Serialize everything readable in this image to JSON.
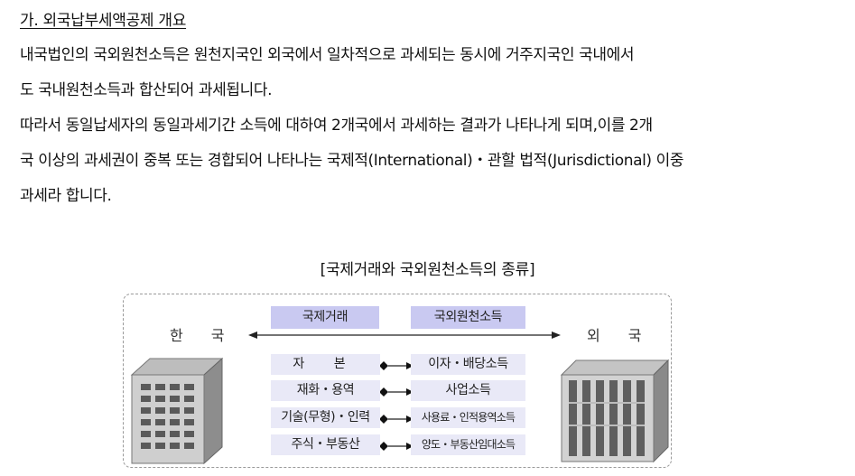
{
  "section_title": "가. 외국납부세액공제 개요",
  "paragraph1": {
    "line1": "내국법인의 국외원천소득은 원천지국인 외국에서 일차적으로 과세되는 동시에 거주지국인 국내에서",
    "line2": "도 국내원천소득과 합산되어 과세됩니다."
  },
  "paragraph2": {
    "line1": "따라서 동일납세자의 동일과세기간 소득에 대하여 2개국에서 과세하는 결과가 나타나게 되며,이를 2개",
    "line2": "국 이상의 과세권이 중복 또는 경합되어 나타나는 국제적(International)・관할 법적(Jurisdictional) 이중",
    "line3": "과세라 합니다."
  },
  "figure": {
    "caption": "[국제거래와 국외원천소득의 종류]",
    "left_country": "한 국",
    "right_country": "외 국",
    "left_header": "국제거래",
    "right_header": "국외원천소득",
    "rows": [
      {
        "transaction": "자 본",
        "income": "이자・배당소득"
      },
      {
        "transaction": "재화・용역",
        "income": "사업소득"
      },
      {
        "transaction": "기술(무형)・인력",
        "income": "사용료・인적용역소득"
      },
      {
        "transaction": "주식・부동산",
        "income": "양도・부동산임대소득"
      }
    ],
    "colors": {
      "header_fill": "#c9c9f1",
      "cell_fill": "#e9e9f7",
      "border": "#9a9a9a"
    },
    "icons": {
      "left": "korea-building-icon",
      "right": "foreign-building-icon"
    }
  }
}
